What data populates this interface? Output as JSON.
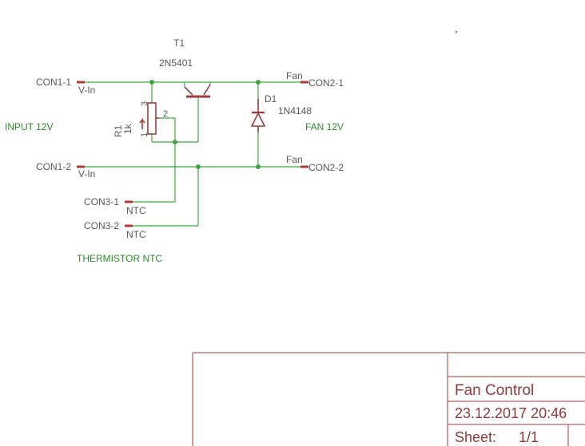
{
  "connectors": {
    "con1_1": "CON1-1",
    "con1_2": "CON1-2",
    "con2_1": "CON2-1",
    "con2_2": "CON2-2",
    "con3_1": "CON3-1",
    "con3_2": "CON3-2"
  },
  "nets": {
    "vin_1": "V-In",
    "vin_2": "V-In",
    "fan_1": "Fan",
    "fan_2": "Fan",
    "ntc_1": "NTC",
    "ntc_2": "NTC"
  },
  "parts": {
    "t1_name": "T1",
    "t1_value": "2N5401",
    "d1_name": "D1",
    "d1_value": "1N4148",
    "r1_name": "R1",
    "r1_value": "1k",
    "r1_pin1": "1",
    "r1_pin2": "2",
    "r1_pin3": "3"
  },
  "notes": {
    "input": "INPUT 12V",
    "fan": "FAN 12V",
    "thermistor": "THERMISTOR NTC"
  },
  "title_block": {
    "title": "Fan Control",
    "date": "23.12.2017 20:46",
    "sheet_label": "Sheet:",
    "sheet_value": "1/1"
  },
  "colors": {
    "wire": "#3fa63f",
    "part": "#9b3d3d",
    "text": "#5a5a5a"
  }
}
